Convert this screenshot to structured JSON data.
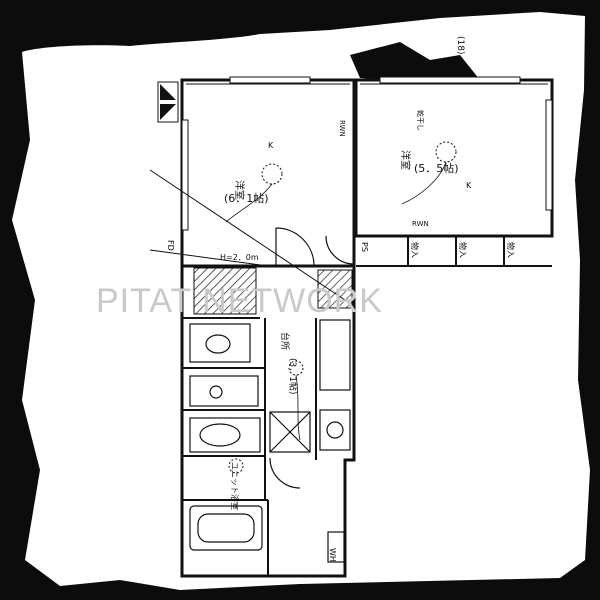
{
  "plan": {
    "room_western_1": {
      "name": "洋室",
      "size": "(6．1帖)"
    },
    "room_western_2": {
      "name": "洋室",
      "size": "(5．5帖)"
    },
    "room_kitchen": {
      "name": "台所",
      "size": "(3．1帖)"
    },
    "storage_labels": [
      "物入",
      "物入",
      "物入"
    ],
    "bath_label": "ユニット浴室",
    "ceiling_height": "H=2．0m",
    "closet_tag": "FD",
    "hallway_tag": "PS",
    "wall_tags": [
      "RWN",
      "RWN"
    ],
    "marker_k": "K",
    "dryer_tag": "乾干し",
    "water_heater": "WH",
    "corner_label": "(18)",
    "watermark": "PITAT  NETWORK"
  }
}
